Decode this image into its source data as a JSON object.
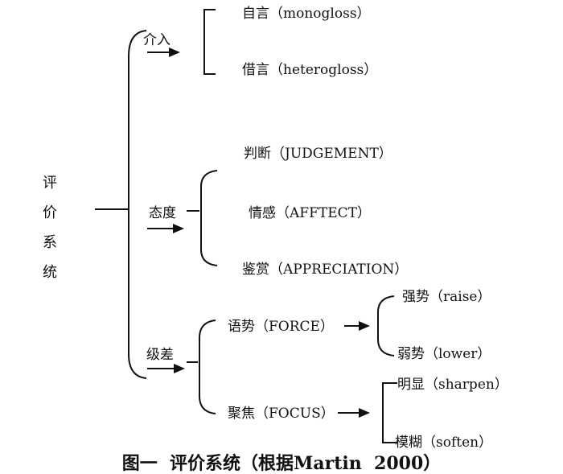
{
  "root": {
    "label_chars": [
      "评",
      "价",
      "系",
      "统"
    ]
  },
  "engagement": {
    "label": "介入",
    "children": [
      "自言（monogloss）",
      "借言（heterogloss）"
    ]
  },
  "attitude": {
    "label": "态度",
    "children": [
      "判断（JUDGEMENT）",
      "情感（AFFTECT）",
      "鉴赏（APPRECIATION）"
    ]
  },
  "graduation": {
    "label": "级差",
    "force": {
      "label": "语势（FORCE）",
      "children": [
        "强势（raise）",
        "弱势（lower）"
      ]
    },
    "focus": {
      "label": "聚焦（FOCUS）",
      "children": [
        "明显（sharpen）",
        "模糊（soften）"
      ]
    }
  },
  "caption": "图一  评价系统（根据Martin  2000）"
}
